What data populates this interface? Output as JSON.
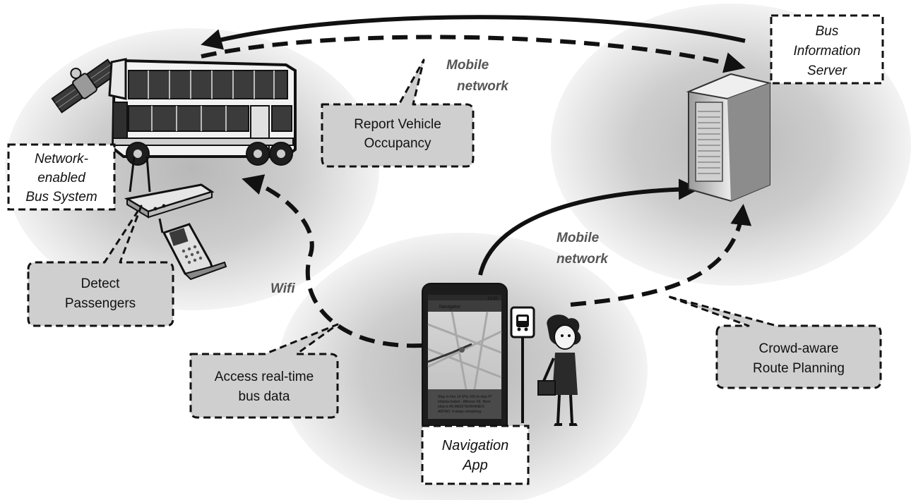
{
  "labels": {
    "bus_system": [
      "Network-",
      "enabled",
      "Bus System"
    ],
    "server": [
      "Bus",
      "Information",
      "Server"
    ],
    "nav_app": [
      "Navigation",
      "App"
    ],
    "report_occupancy": [
      "Report Vehicle",
      "Occupancy"
    ],
    "detect_passengers": [
      "Detect",
      "Passengers"
    ],
    "access_data": [
      "Access real-time",
      "bus data"
    ],
    "route_planning": [
      "Crowd-aware",
      "Route Planning"
    ],
    "mobile_network_top": [
      "Mobile",
      "network"
    ],
    "mobile_network_right": [
      "Mobile",
      "network"
    ],
    "wifi": "Wifi"
  },
  "phone_screen": {
    "title": "Navigator",
    "status": "19:50",
    "instruction": [
      "Stay in line 14 (Pío XII) to stop Fº",
      "Infanta Isabel - Alfonso XII. Next",
      "stop is AV.MEDITERRANEO-",
      "ABTAO: 4 stops remaining."
    ]
  },
  "colors": {
    "bubble": "#c9c9c9",
    "callout_fill": "#cfcfcf",
    "box_fill": "#ffffff",
    "stroke": "#1a1a1a",
    "accent_text": "#555555"
  },
  "icons": [
    "satellite-icon",
    "bus-icon",
    "wifi-router-icon",
    "mobile-phone-icon",
    "server-icon",
    "smartphone-icon",
    "bus-stop-sign-icon",
    "passenger-woman-icon"
  ]
}
